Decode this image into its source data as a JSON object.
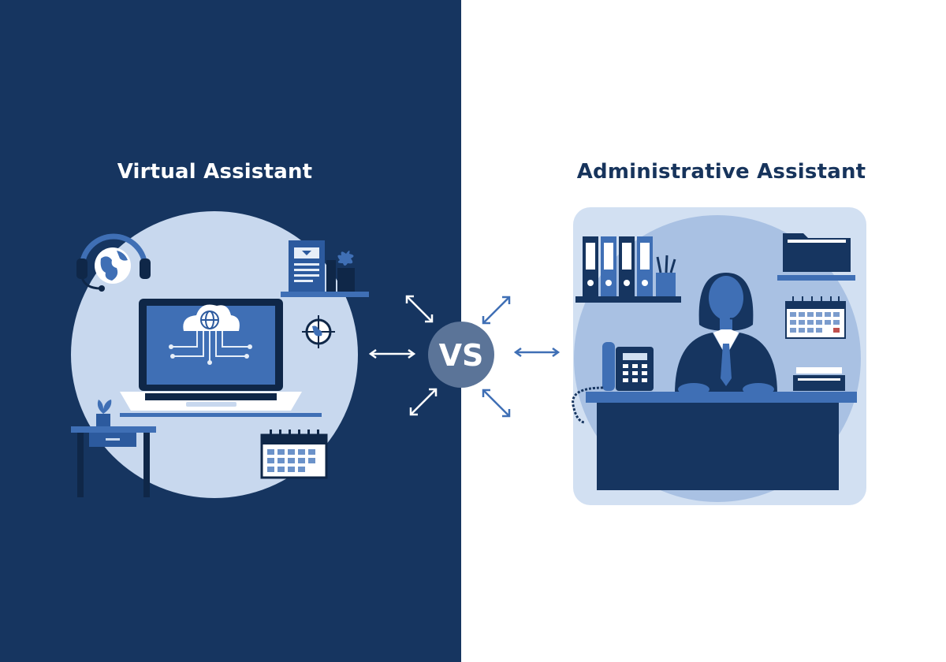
{
  "left": {
    "title": "Virtual Assistant",
    "background": "#163560",
    "circle_color": "#c8d8ee",
    "accent": "#3f6fb5"
  },
  "right": {
    "title": "Administrative Assistant",
    "background": "#ffffff",
    "card_color": "#d2e0f2",
    "accent": "#4a78be"
  },
  "center": {
    "vs_label": "VS"
  },
  "icons": [
    "headset-globe-icon",
    "laptop-cloud-icon",
    "desk-plant-icon",
    "calendar-icon",
    "document-shelf-icon",
    "compass-icon",
    "binders-icon",
    "pencil-cup-icon",
    "folder-icon",
    "phone-icon",
    "receptionist-figure",
    "wall-calendar-icon",
    "paper-stack-icon"
  ]
}
